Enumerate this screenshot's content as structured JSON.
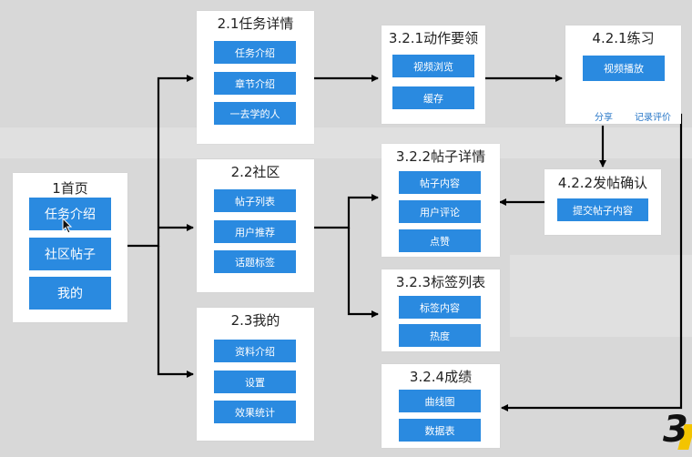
{
  "panels": {
    "home": {
      "title": "1首页",
      "buttons": [
        "任务介绍",
        "社区帖子",
        "我的"
      ]
    },
    "task_detail": {
      "title": "2.1任务详情",
      "buttons": [
        "任务介绍",
        "章节介绍",
        "一去学的人"
      ]
    },
    "community": {
      "title": "2.2社区",
      "buttons": [
        "帖子列表",
        "用户推荐",
        "话题标签"
      ]
    },
    "mine": {
      "title": "2.3我的",
      "buttons": [
        "资料介绍",
        "设置",
        "效果统计"
      ]
    },
    "action_points": {
      "title": "3.2.1动作要领",
      "buttons": [
        "视频浏览",
        "缓存"
      ]
    },
    "post_detail": {
      "title": "3.2.2帖子详情",
      "buttons": [
        "帖子内容",
        "用户评论",
        "点赞"
      ]
    },
    "tag_list": {
      "title": "3.2.3标签列表",
      "buttons": [
        "标签内容",
        "热度"
      ]
    },
    "scores": {
      "title": "3.2.4成绩",
      "buttons": [
        "曲线图",
        "数据表"
      ]
    },
    "practice": {
      "title": "4.2.1练习",
      "buttons": [
        "视频播放"
      ],
      "links": [
        "分享",
        "记录评价"
      ]
    },
    "post_confirm": {
      "title": "4.2.2发帖确认",
      "buttons": [
        "提交帖子内容"
      ]
    }
  },
  "logo": {
    "text": "3"
  },
  "colors": {
    "background": "#d8d8d8",
    "panel": "#ffffff",
    "button": "#2a8ae0",
    "arrow": "#000000",
    "link": "#2a78c8"
  },
  "icons": {
    "cursor": "mouse-pointer-icon"
  }
}
